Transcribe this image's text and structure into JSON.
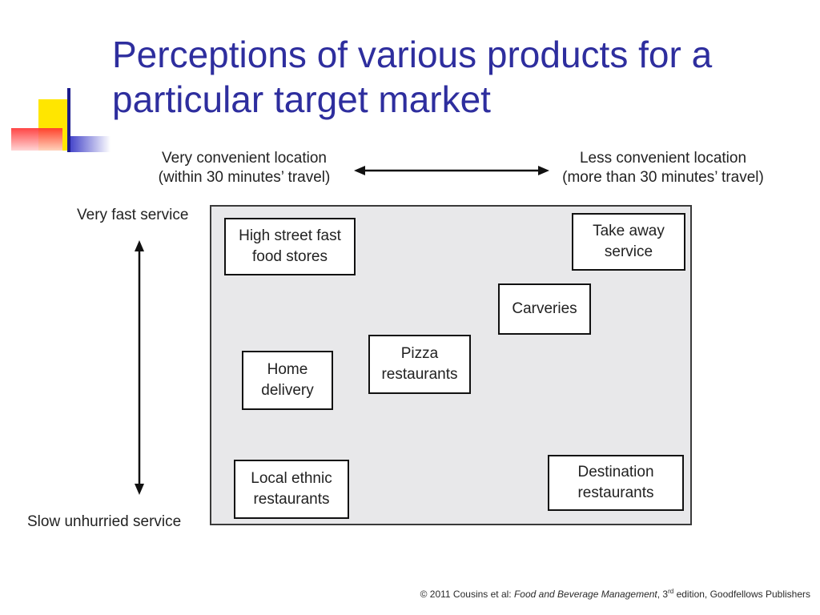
{
  "slide": {
    "title": "Perceptions of various products for a particular target market"
  },
  "axes": {
    "x_left_line1": "Very convenient location",
    "x_left_line2": "(within 30 minutes’ travel)",
    "x_right_line1": "Less convenient location",
    "x_right_line2": "(more than 30 minutes’ travel)",
    "y_top": "Very fast service",
    "y_bottom": "Slow unhurried service"
  },
  "boxes": [
    {
      "line1": "High street fast",
      "line2": "food stores"
    },
    {
      "line1": "Take away",
      "line2": "service"
    },
    {
      "line1": "Carveries",
      "line2": ""
    },
    {
      "line1": "Pizza",
      "line2": "restaurants"
    },
    {
      "line1": "Home",
      "line2": "delivery"
    },
    {
      "line1": "Local ethnic",
      "line2": "restaurants"
    },
    {
      "line1": "Destination",
      "line2": "restaurants"
    }
  ],
  "footer": {
    "prefix": "© 2011 Cousins et al: ",
    "book": "Food and Beverage Management",
    "edition_num": ", 3",
    "edition_sup": "rd",
    "suffix": " edition, Goodfellows Publishers"
  },
  "colors": {
    "title": "#2e2e9e",
    "plot_bg": "#e8e8ea"
  }
}
